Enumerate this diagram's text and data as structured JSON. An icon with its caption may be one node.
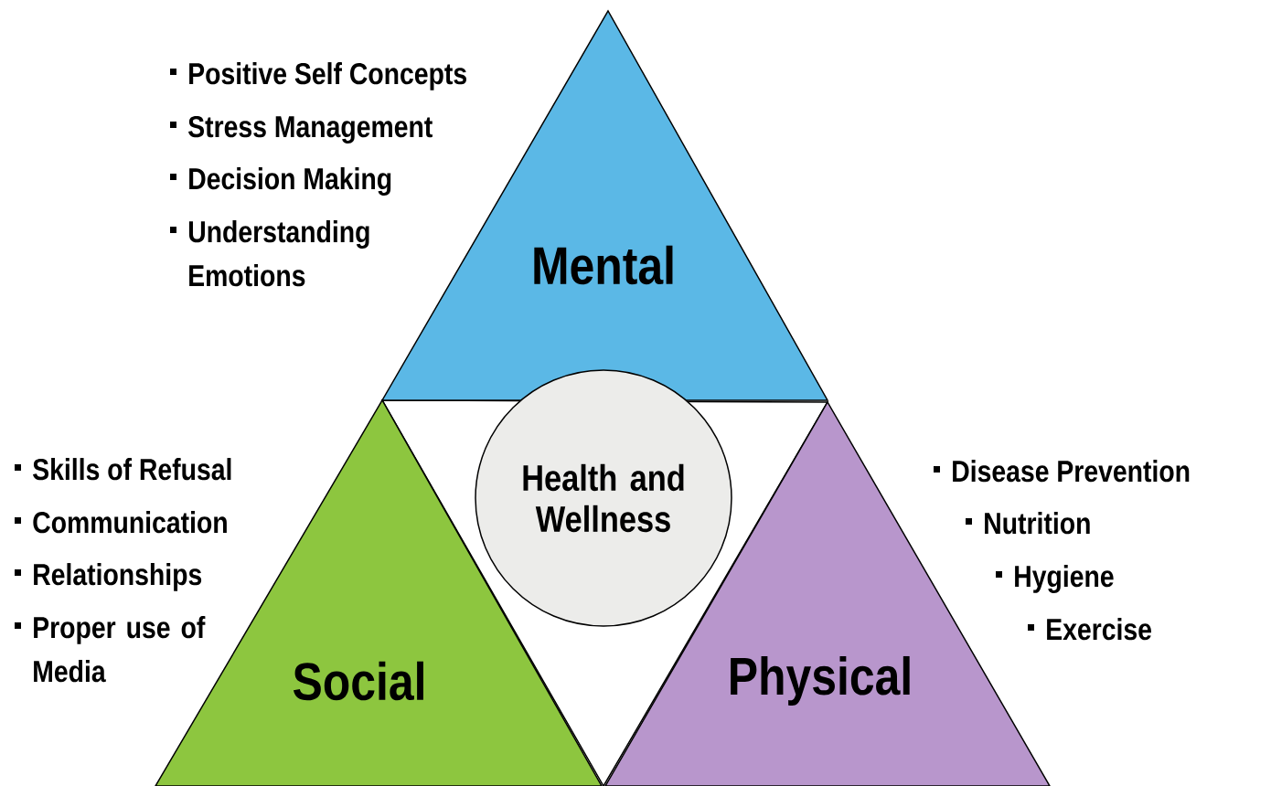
{
  "diagram": {
    "nodes": [
      {
        "text": [
          "Mental"
        ],
        "beside": [
          "Positive Self Concepts",
          "Stress Management",
          "Decision Making",
          "Understanding Emotions"
        ]
      },
      {
        "text": [
          "Social"
        ],
        "beside": [
          "Skills of Refusal",
          "Communication",
          "Relationships",
          "Proper use of Media"
        ]
      },
      {
        "text": [
          "Physical"
        ],
        "beside": [
          "Disease Prevention",
          "Nutrition",
          "Hygiene",
          "Exercise"
        ]
      },
      {
        "text": [
          "Health and Wellness"
        ]
      }
    ]
  }
}
